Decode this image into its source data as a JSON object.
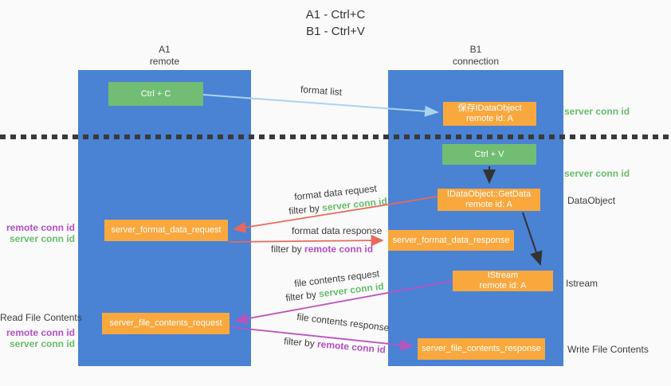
{
  "title": {
    "line1": "A1 - Ctrl+C",
    "line2": "B1 - Ctrl+V"
  },
  "lanes": {
    "left": {
      "name": "A1",
      "role": "remote"
    },
    "right": {
      "name": "B1",
      "role": "connection"
    }
  },
  "nodes": {
    "ctrl_c": "Ctrl + C",
    "ctrl_v": "Ctrl + V",
    "save_idataobject": {
      "line1": "保存IDataObject",
      "line2": "remote id: A"
    },
    "getdata": {
      "line1": "IDataObject::GetData",
      "line2": "remote id: A"
    },
    "istream": {
      "line1": "IStream",
      "line2": "remote id: A"
    },
    "server_format_data_request": "server_format_data_request",
    "server_format_data_response": "server_format_data_response",
    "server_file_contents_request": "server_file_contents_request",
    "server_file_contents_response": "server_file_contents_response"
  },
  "arrow_labels": {
    "format_list": "format list",
    "format_data_request": "format data request",
    "format_data_response": "format data response",
    "file_contents_request": "file contents request",
    "file_contents_response": "file contents response",
    "filter_by": "filter by",
    "server_conn_id": "server conn id",
    "remote_conn_id": "remote conn id"
  },
  "side_labels": {
    "right_server_conn_id_top": "server conn id",
    "right_server_conn_id_mid": "server conn id",
    "dataobject": "DataObject",
    "istream": "Istream",
    "write_file_contents": "Write File Contents",
    "read_file_contents": "Read File Contents",
    "left_remote_conn_id_top": "remote conn id",
    "left_server_conn_id_top": "server conn id",
    "left_remote_conn_id_bottom": "remote conn id",
    "left_server_conn_id_bottom": "server conn id"
  },
  "colors": {
    "lane_blue": "#4a82d4",
    "node_green": "#71bd74",
    "node_orange": "#f9a83e",
    "arrow_light_blue": "#a9d3ee",
    "arrow_red": "#e8695a",
    "arrow_magenta": "#bb53bd",
    "arrow_black": "#333333",
    "text_green": "#67bd6b",
    "text_purple": "#b44ec6",
    "text_dark": "#3c3c3c",
    "background": "#fafafa"
  }
}
